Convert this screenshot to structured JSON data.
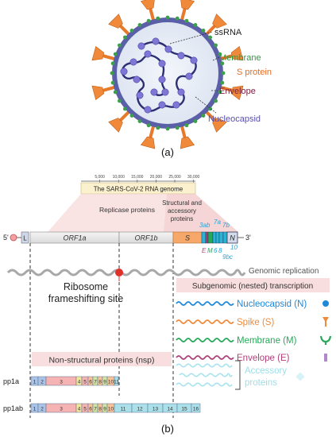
{
  "panel_a": {
    "letter": "(a)",
    "labels": {
      "ssrna": "ssRNA",
      "membrane": "Membrane",
      "s_protein": "S protein",
      "envelope": "Envelope",
      "nucleocapsid": "Nucleocapsid"
    }
  },
  "panel_b": {
    "letter": "(b)",
    "genome_title": "The SARS-CoV-2 RNA genome",
    "scale_ticks": [
      "5,000",
      "10,000",
      "15,000",
      "20,000",
      "25,000",
      "30,000"
    ],
    "replicase_label": "Replicase proteins",
    "structural_label_1": "Structural and",
    "structural_label_2": "accessory",
    "structural_label_3": "proteins",
    "five_prime": "5'",
    "three_prime": "3'",
    "L": "L",
    "orf1a": "ORF1a",
    "orf1b": "ORF1b",
    "S": "S",
    "N": "N",
    "E": "E",
    "M": "M",
    "small_orfs": {
      "o3ab": "3ab",
      "o7a": "7a",
      "o7b": "7b",
      "o6": "6",
      "o8": "8",
      "o9bc": "9bc",
      "o10": "10"
    },
    "genomic_replication": "Genomic replication",
    "ribosome_1": "Ribosome",
    "ribosome_2": "frameshifting site",
    "subgenomic": "Subgenomic (nested) transcription",
    "transcripts": [
      {
        "label": "Nucleocapsid (N)",
        "color": "#1e88d9"
      },
      {
        "label": "Spike (S)",
        "color": "#f08a3a"
      },
      {
        "label": "Membrane (M)",
        "color": "#28a85a"
      },
      {
        "label": "Envelope (E)",
        "color": "#b0407a"
      }
    ],
    "accessory_1": "Accessory",
    "accessory_2": "proteins",
    "nsp_label": "Non-structural proteins (nsp)",
    "pp1a": "pp1a",
    "pp1ab": "pp1ab",
    "nsp_numbers": [
      "1",
      "2",
      "3",
      "4",
      "5",
      "6",
      "7",
      "8",
      "9",
      "10",
      "11",
      "12",
      "13",
      "14",
      "15",
      "16"
    ]
  }
}
